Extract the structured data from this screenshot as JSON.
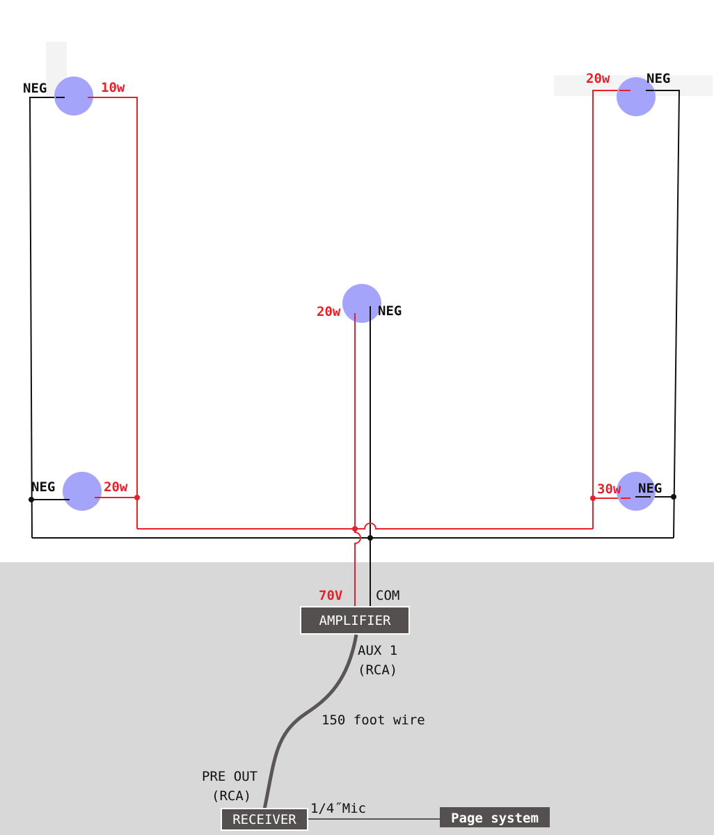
{
  "colors": {
    "speaker": "#a4a4fa",
    "positive_wire": "#e8202a",
    "negative_wire": "#111111",
    "device_box": "#555050",
    "device_text": "#ffffff",
    "lower_area": "#d8d8d8",
    "cable": "#5a5656"
  },
  "speakers": [
    {
      "id": "top-left",
      "wattage": "10w",
      "neg_label": "NEG"
    },
    {
      "id": "top-right",
      "wattage": "20w",
      "neg_label": "NEG"
    },
    {
      "id": "center",
      "wattage": "20w",
      "neg_label": "NEG"
    },
    {
      "id": "bottom-left",
      "wattage": "20w",
      "neg_label": "NEG"
    },
    {
      "id": "bottom-right",
      "wattage": "30w",
      "neg_label": "NEG"
    }
  ],
  "amplifier": {
    "title": "AMPLIFIER",
    "positive_terminal": "70V",
    "common_terminal": "COM",
    "input_line1": "AUX 1",
    "input_line2": "(RCA)"
  },
  "cable_label": "150 foot wire",
  "receiver": {
    "title": "RECEIVER",
    "output_line1": "PRE OUT",
    "output_line2": "(RCA)"
  },
  "mic_link_label": "1/4˝Mic",
  "page_system": {
    "title": "Page system"
  }
}
